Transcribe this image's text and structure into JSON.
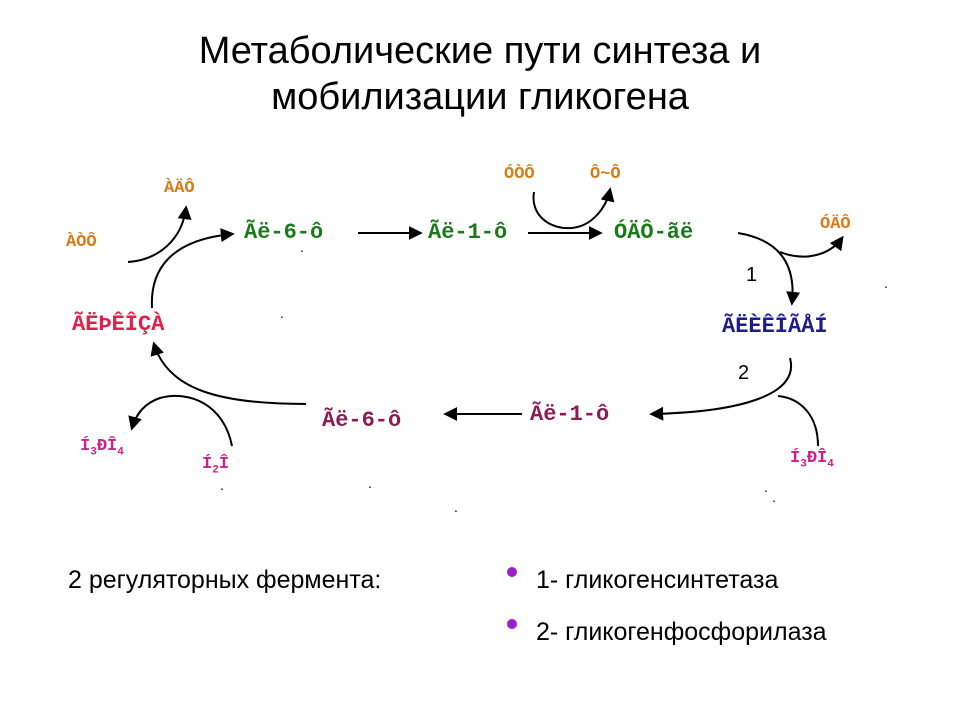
{
  "title": {
    "line1": "Метаболические пути синтеза и",
    "line2": "мобилизации гликогена"
  },
  "colors": {
    "green": "#1a7a1a",
    "orange": "#d97a17",
    "red": "#e0204a",
    "navy": "#1c1c8c",
    "maroon": "#8c1c54",
    "magenta": "#cc1f8c",
    "bullet": "#9b1fc8"
  },
  "diagram": {
    "gl6f_top": "Ãë-6-ô",
    "gl1f_top": "Ãë-1-ô",
    "udf_gl": "ÓÄÔ-ãë",
    "gl6f_bottom": "Ãë-6-ô",
    "gl1f_bottom": "Ãë-1-ô",
    "glycogen": "ÃËÈÊÎÃÅÍ",
    "glucose": "ÃËÞÊÎÇÀ",
    "atf": "ÀÒÔ",
    "adf": "ÀÄÔ",
    "utf": "ÓÒÔ",
    "f_f": "Ô~Ô",
    "udf": "ÓÄÔ",
    "h3po4_left": "Í3ÐÎ4",
    "h2o": "Í2Î",
    "h3po4_right": "Í3ÐÎ4",
    "enzyme_1": "1",
    "enzyme_2": "2",
    "dot": "."
  },
  "notes": {
    "heading": "2 регуляторных фермента:",
    "items": [
      "1- гликогенсинтетаза",
      "2- гликогенфосфорилаза"
    ]
  }
}
